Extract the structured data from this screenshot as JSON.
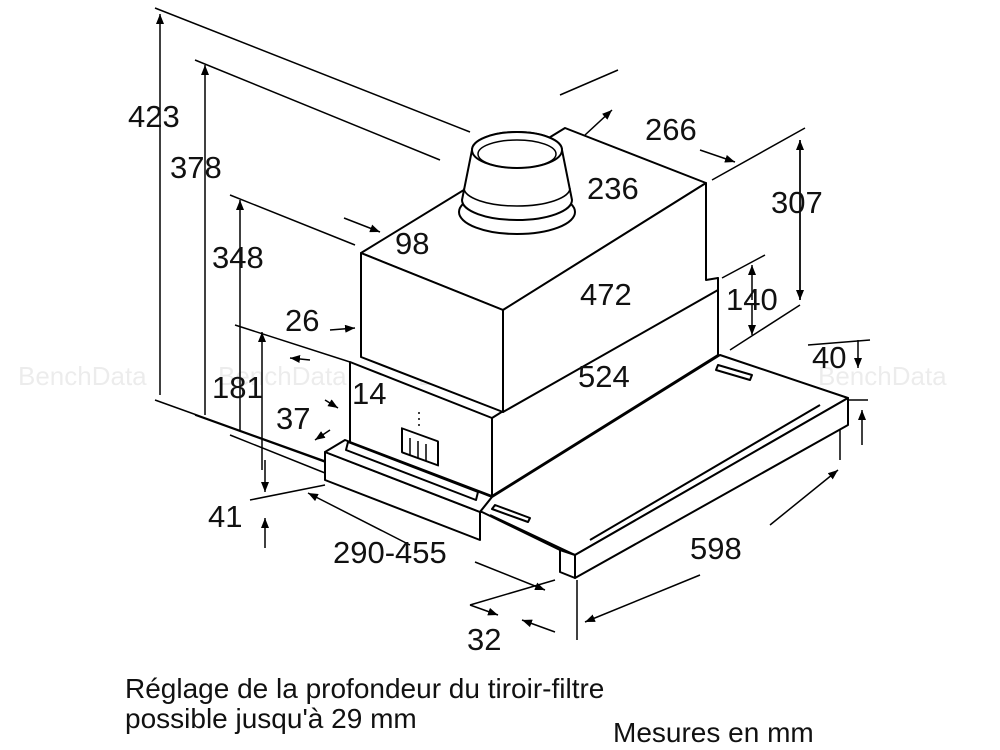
{
  "drawing": {
    "dimensions": {
      "d423": "423",
      "d378": "378",
      "d348": "348",
      "d26": "26",
      "d181": "181",
      "d14": "14",
      "d37": "37",
      "d41": "41",
      "d290_455": "290-455",
      "d32": "32",
      "d598": "598",
      "d524": "524",
      "d472": "472",
      "d98": "98",
      "d236": "236",
      "d266": "266",
      "d307": "307",
      "d140": "140",
      "d40": "40"
    },
    "watermark": "BenchData"
  },
  "captions": {
    "line1": "Réglage de la profondeur du tiroir-filtre",
    "line2": "possible jusqu'à 29 mm",
    "units": "Mesures en mm"
  }
}
